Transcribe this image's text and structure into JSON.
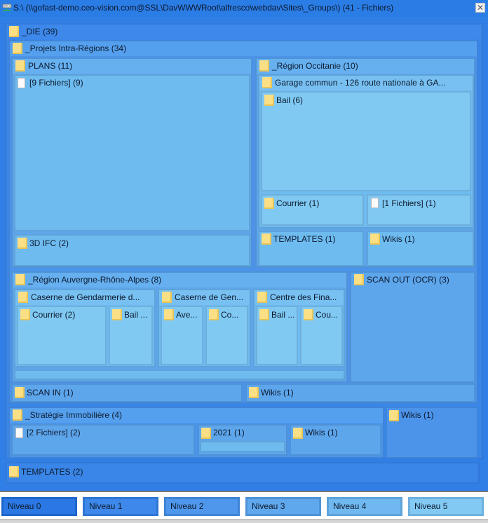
{
  "window": {
    "title": "S:\\   (\\\\gofast-demo.ceo-vision.com@SSL\\DavWWWRoot\\alfresco\\webdav\\Sites\\_Groups\\) (41 - Fichiers)",
    "icon": "network-drive-icon",
    "close_label": "✕"
  },
  "treemap": {
    "die": {
      "label": "_DIE (39)"
    },
    "projets": {
      "label": "_Projets Intra-Régions (34)"
    },
    "plans": {
      "label": "PLANS (11)"
    },
    "plans_files": {
      "label": "[9 Fichiers] (9)"
    },
    "plans_3difc": {
      "label": "3D IFC (2)"
    },
    "occitanie": {
      "label": "_Région Occitanie (10)"
    },
    "garage": {
      "label": "Garage commun - 126 route nationale à GA..."
    },
    "garage_bail": {
      "label": "Bail (6)"
    },
    "garage_courrier": {
      "label": "Courrier (1)"
    },
    "garage_files": {
      "label": "[1 Fichiers] (1)"
    },
    "occ_templates": {
      "label": "TEMPLATES (1)"
    },
    "occ_wikis": {
      "label": "Wikis (1)"
    },
    "auvergne": {
      "label": "_Région Auvergne-Rhône-Alpes (8)"
    },
    "caserne1": {
      "label": "Caserne de Gendarmerie d..."
    },
    "caserne1_courrier": {
      "label": "Courrier (2)"
    },
    "caserne1_bail": {
      "label": "Bail ..."
    },
    "caserne2": {
      "label": "Caserne de Gen..."
    },
    "caserne2_ave": {
      "label": "Ave..."
    },
    "caserne2_co": {
      "label": "Co..."
    },
    "centre": {
      "label": "Centre des Fina..."
    },
    "centre_bail": {
      "label": "Bail ..."
    },
    "centre_cou": {
      "label": "Cou..."
    },
    "scan_out": {
      "label": "SCAN OUT (OCR) (3)"
    },
    "scan_in": {
      "label": "SCAN IN (1)"
    },
    "projets_wikis": {
      "label": "Wikis (1)"
    },
    "strategie": {
      "label": "_Stratégie Immobilière (4)"
    },
    "strat_files": {
      "label": "[2 Fichiers] (2)"
    },
    "strat_2021": {
      "label": "2021 (1)"
    },
    "strat_wikis": {
      "label": "Wikis (1)"
    },
    "die_wikis": {
      "label": "Wikis (1)"
    },
    "templates": {
      "label": "TEMPLATES (2)"
    }
  },
  "legend": {
    "items": [
      {
        "label": "Niveau 0",
        "color": "#2b78e4",
        "border": "#1f66cc"
      },
      {
        "label": "Niveau 1",
        "color": "#3d88ea",
        "border": "#2f75d2"
      },
      {
        "label": "Niveau 2",
        "color": "#4f97ec",
        "border": "#3f83d4"
      },
      {
        "label": "Niveau 3",
        "color": "#5fa8ee",
        "border": "#4f92d6"
      },
      {
        "label": "Niveau 4",
        "color": "#70b9f0",
        "border": "#5ea3d8"
      },
      {
        "label": "Niveau 5",
        "color": "#82caf4",
        "border": "#6eb0dc"
      }
    ]
  }
}
